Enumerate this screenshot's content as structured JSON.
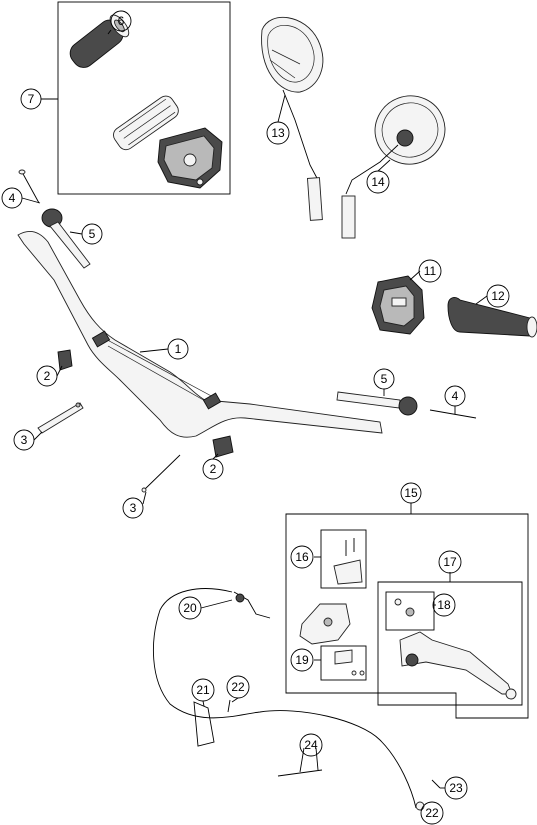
{
  "diagram": {
    "callouts": [
      {
        "id": "c6",
        "label": "6"
      },
      {
        "id": "c7",
        "label": "7"
      },
      {
        "id": "c13",
        "label": "13"
      },
      {
        "id": "c14",
        "label": "14"
      },
      {
        "id": "c4a",
        "label": "4"
      },
      {
        "id": "c5a",
        "label": "5"
      },
      {
        "id": "c11",
        "label": "11"
      },
      {
        "id": "c12",
        "label": "12"
      },
      {
        "id": "c1",
        "label": "1"
      },
      {
        "id": "c2a",
        "label": "2"
      },
      {
        "id": "c5b",
        "label": "5"
      },
      {
        "id": "c4b",
        "label": "4"
      },
      {
        "id": "c3a",
        "label": "3"
      },
      {
        "id": "c2b",
        "label": "2"
      },
      {
        "id": "c3b",
        "label": "3"
      },
      {
        "id": "c15",
        "label": "15"
      },
      {
        "id": "c16",
        "label": "16"
      },
      {
        "id": "c17",
        "label": "17"
      },
      {
        "id": "c20",
        "label": "20"
      },
      {
        "id": "c18",
        "label": "18"
      },
      {
        "id": "c19",
        "label": "19"
      },
      {
        "id": "c21",
        "label": "21"
      },
      {
        "id": "c22a",
        "label": "22"
      },
      {
        "id": "c24",
        "label": "24"
      },
      {
        "id": "c23",
        "label": "23"
      },
      {
        "id": "c22b",
        "label": "22"
      }
    ]
  }
}
